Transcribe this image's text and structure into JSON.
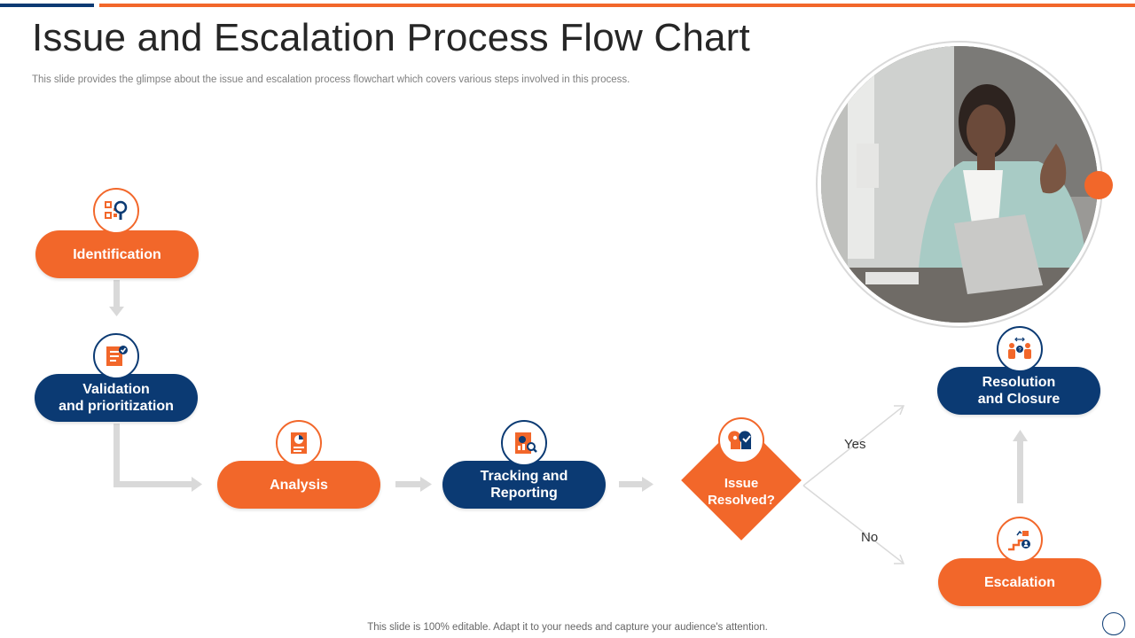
{
  "header": {
    "title": "Issue and Escalation Process Flow Chart",
    "subtitle": "This slide provides the glimpse about the issue and escalation process flowchart which covers various steps involved in this process."
  },
  "flow": {
    "identification": "Identification",
    "validation_line1": "Validation",
    "validation_line2": "and prioritization",
    "analysis": "Analysis",
    "tracking_line1": "Tracking and",
    "tracking_line2": "Reporting",
    "decision_line1": "Issue",
    "decision_line2": "Resolved?",
    "resolution_line1": "Resolution",
    "resolution_line2": "and Closure",
    "escalation": "Escalation",
    "yes_label": "Yes",
    "no_label": "No"
  },
  "icons": {
    "identification": "qr-search-icon",
    "validation": "document-check-icon",
    "analysis": "report-chart-icon",
    "tracking": "report-search-icon",
    "decision": "heads-check-icon",
    "resolution": "people-question-icon",
    "escalation": "person-stairs-icon"
  },
  "colors": {
    "orange": "#f2672a",
    "navy": "#0b3a73",
    "arrow": "#d9d9d9"
  },
  "footer": {
    "text": "This slide is 100% editable. Adapt it to your needs and capture your audience's attention."
  }
}
